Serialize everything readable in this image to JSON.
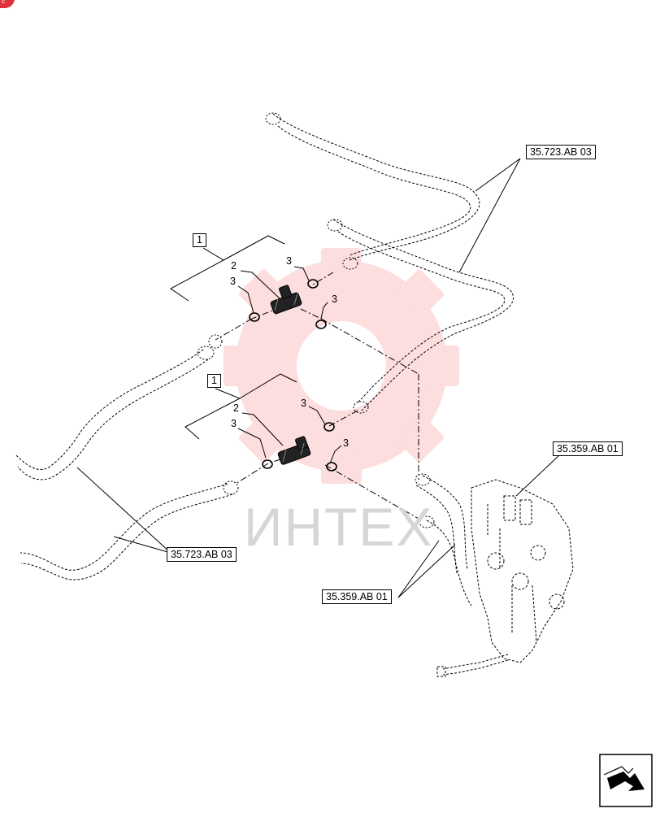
{
  "corner_badge": "c",
  "watermark": {
    "text": "ИНТЕХ"
  },
  "references": {
    "top_right": "35.723.AB 03",
    "valve_right": "35.359.AB 01",
    "bottom_left": "35.723.AB 03",
    "bottom_center": "35.359.AB 01"
  },
  "items": {
    "upper_item": "1",
    "lower_item": "1"
  },
  "callouts": {
    "upper_tee": "2",
    "upper_ring_top": "3",
    "upper_ring_left": "3",
    "upper_ring_right": "3",
    "lower_tee": "2",
    "lower_ring_top": "3",
    "lower_ring_left": "3",
    "lower_ring_right": "3"
  },
  "colors": {
    "line": "#000000",
    "watermark": "#f26b6b",
    "tee": "#222222"
  },
  "icons": {
    "navigation": "next-page-arrow-icon"
  }
}
